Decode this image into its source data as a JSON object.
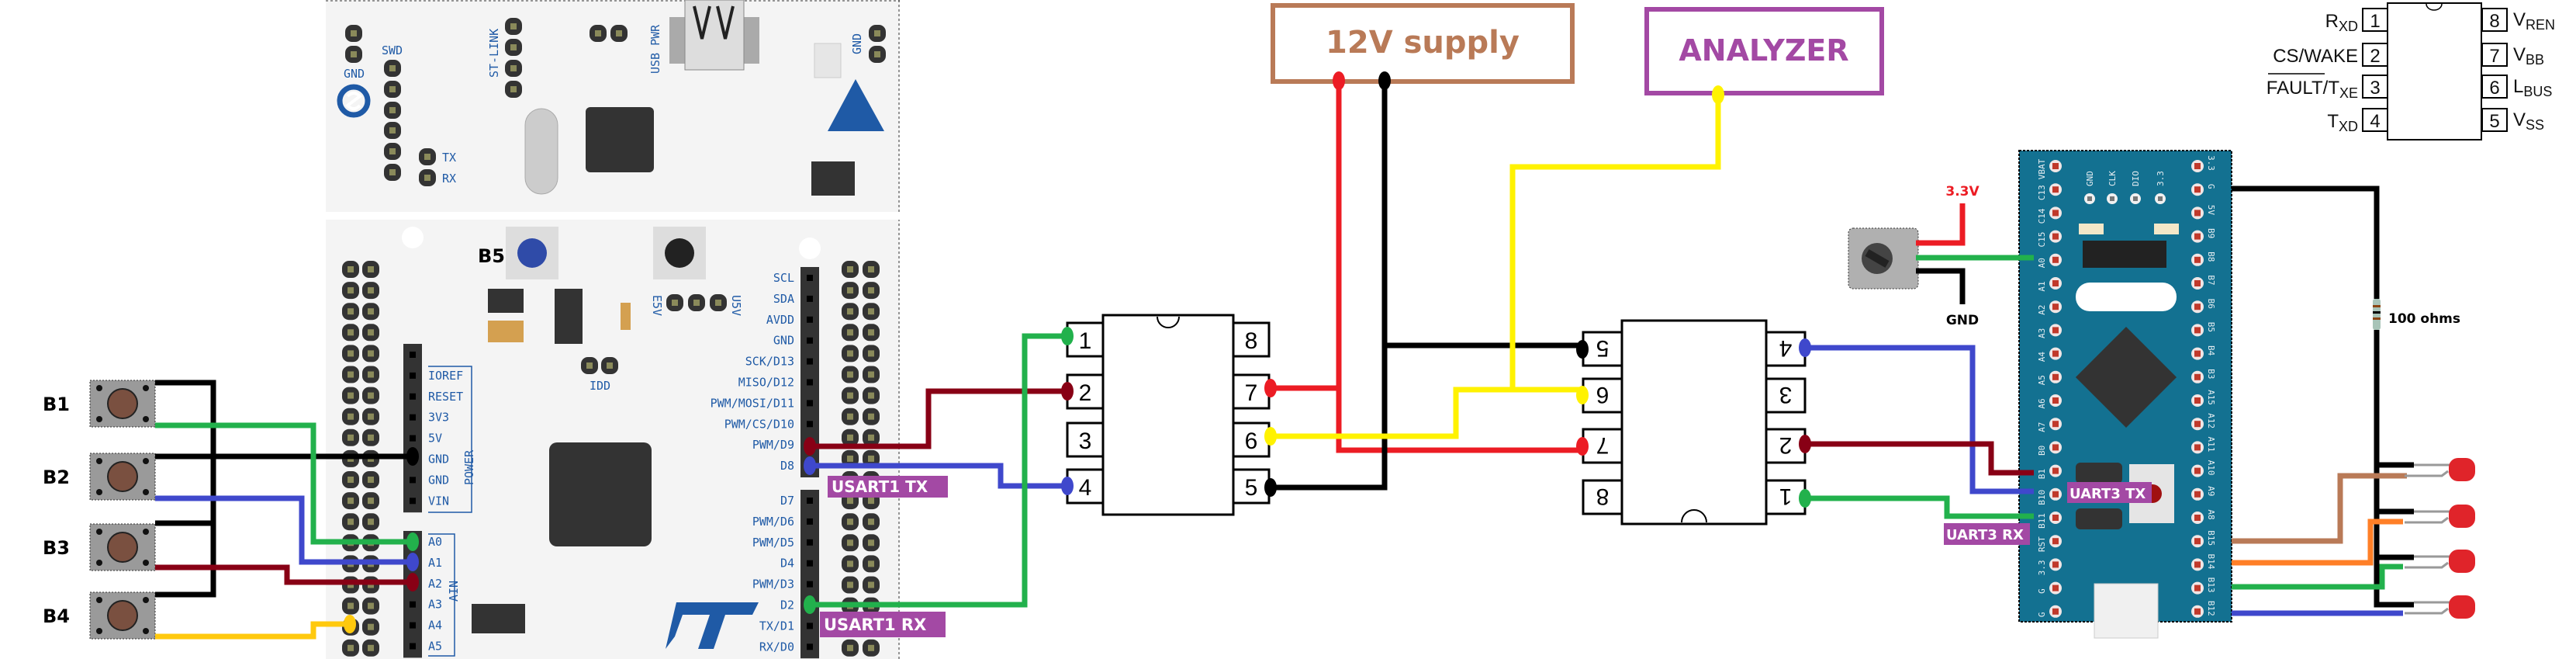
{
  "colors": {
    "black": "#000000",
    "red": "#ec1c24",
    "darkred": "#880015",
    "green": "#22b14c",
    "blue": "#3f48cc",
    "yellow": "#fff200",
    "gold": "#ffc90e",
    "brown": "#b97a57",
    "orange": "#ff7f27",
    "purple": "#a349a4",
    "bluepill": "#137191",
    "silk": "#1f5aa6"
  },
  "buttons": [
    "B1",
    "B2",
    "B3",
    "B4"
  ],
  "nucleo": {
    "gnd": "GND",
    "swd": "SWD",
    "tx": "TX",
    "rx": "RX",
    "st_link": "ST-LINK",
    "usb_pwr": "USB PWR",
    "gnd_right": "GND",
    "button_label": "B5",
    "e5v": "E5V",
    "u5v": "U5V",
    "idd": "IDD",
    "power_label": "POWER",
    "ain_label": "AIN",
    "power_header": [
      "",
      "IOREF",
      "RESET",
      "3V3",
      "5V",
      "GND",
      "GND",
      "VIN"
    ],
    "ain_header": [
      "A0",
      "A1",
      "A2",
      "A3",
      "A4",
      "A5"
    ],
    "right_header_upper": [
      "SCL",
      "SDA",
      "AVDD",
      "GND",
      "SCK/D13",
      "MISO/D12",
      "PWM/MOSI/D11",
      "PWM/CS/D10",
      "PWM/D9",
      "D8"
    ],
    "right_header_lower": [
      "D7",
      "PWM/D6",
      "PWM/D5",
      "D4",
      "PWM/D3",
      "D2",
      "TX/D1",
      "RX/D0"
    ]
  },
  "tags": {
    "usart1_tx": "USART1 TX",
    "usart1_rx": "USART1 RX",
    "uart3_tx": "UART3 TX",
    "uart3_rx": "UART3 RX"
  },
  "boxes": {
    "supply": "12V supply",
    "analyzer": "ANALYZER"
  },
  "ic1": {
    "left": [
      "1",
      "2",
      "3",
      "4"
    ],
    "right": [
      "8",
      "7",
      "6",
      "5"
    ]
  },
  "ic2": {
    "left": [
      "5",
      "6",
      "7",
      "8"
    ],
    "right": [
      "4",
      "3",
      "2",
      "1"
    ]
  },
  "pot": {
    "vcc": "3.3V",
    "gnd": "GND"
  },
  "resistor": "100 ohms",
  "bluepill": {
    "top": [
      "GND",
      "CLK",
      "DIO",
      "3.3"
    ],
    "left": [
      "VBAT",
      "C13",
      "C14",
      "C15",
      "A0",
      "A1",
      "A2",
      "A3",
      "A4",
      "A5",
      "A6",
      "A7",
      "B0",
      "B1",
      "B10",
      "B11",
      "RST",
      "3.3",
      "G",
      "G"
    ],
    "right": [
      "3.3",
      "G",
      "5V",
      "B9",
      "B8",
      "B7",
      "B6",
      "B5",
      "B4",
      "B3",
      "A15",
      "A12",
      "A11",
      "A10",
      "A9",
      "A8",
      "B15",
      "B14",
      "B13",
      "B12"
    ]
  },
  "pinout": {
    "left": [
      {
        "num": "1",
        "name": "R",
        "sub": "XD"
      },
      {
        "num": "2",
        "name": "CS/WAKE",
        "sub": ""
      },
      {
        "num": "3",
        "name": "FAULT/T",
        "sub": "XE"
      },
      {
        "num": "4",
        "name": "T",
        "sub": "XD"
      }
    ],
    "right": [
      {
        "num": "8",
        "name": "V",
        "sub": "REN"
      },
      {
        "num": "7",
        "name": "V",
        "sub": "BB"
      },
      {
        "num": "6",
        "name": "L",
        "sub": "BUS"
      },
      {
        "num": "5",
        "name": "V",
        "sub": "SS"
      }
    ]
  }
}
